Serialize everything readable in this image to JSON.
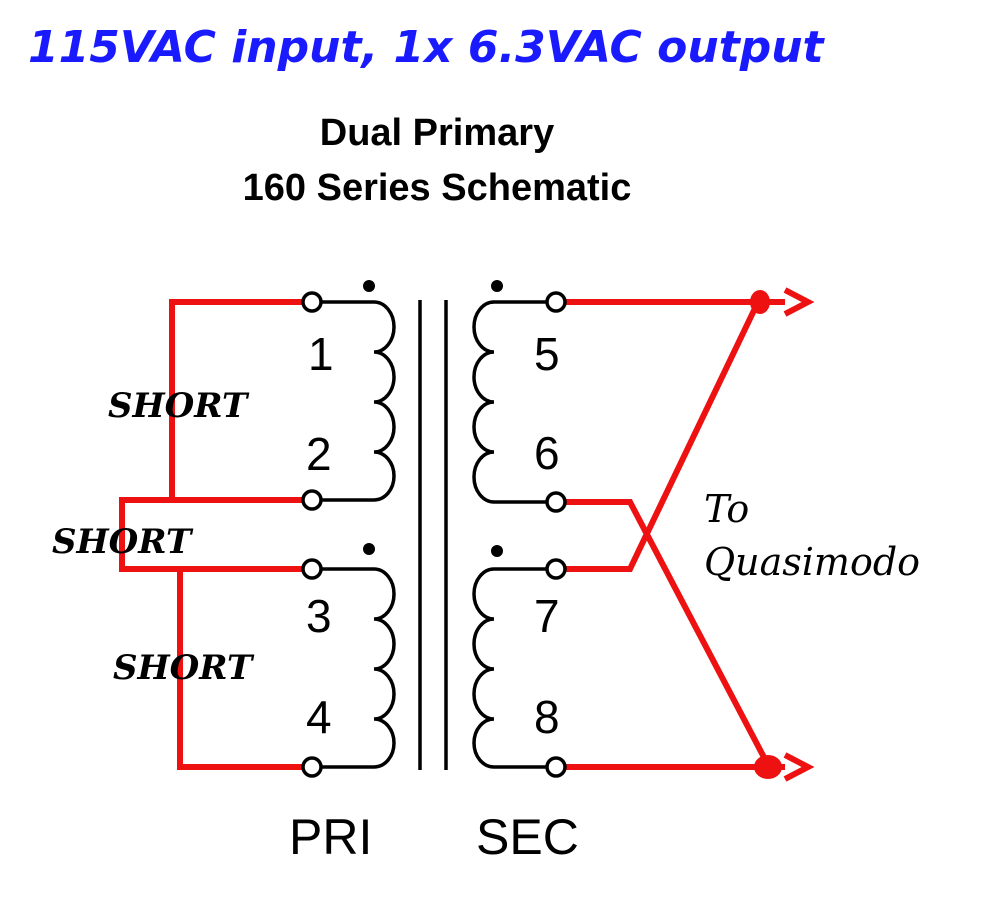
{
  "headline": "115VAC input, 1x 6.3VAC output",
  "title_line1": "Dual Primary",
  "title_line2": "160 Series Schematic",
  "labels": {
    "primary": "PRI",
    "secondary": "SEC",
    "short": "SHORT",
    "destination_line1": "To",
    "destination_line2": "Quasimodo"
  },
  "pins": {
    "p1": "1",
    "p2": "2",
    "p3": "3",
    "p4": "4",
    "p5": "5",
    "p6": "6",
    "p7": "7",
    "p8": "8"
  },
  "colors": {
    "headline": "#1a1aff",
    "wire": "#ee1111",
    "ink": "#000000"
  }
}
